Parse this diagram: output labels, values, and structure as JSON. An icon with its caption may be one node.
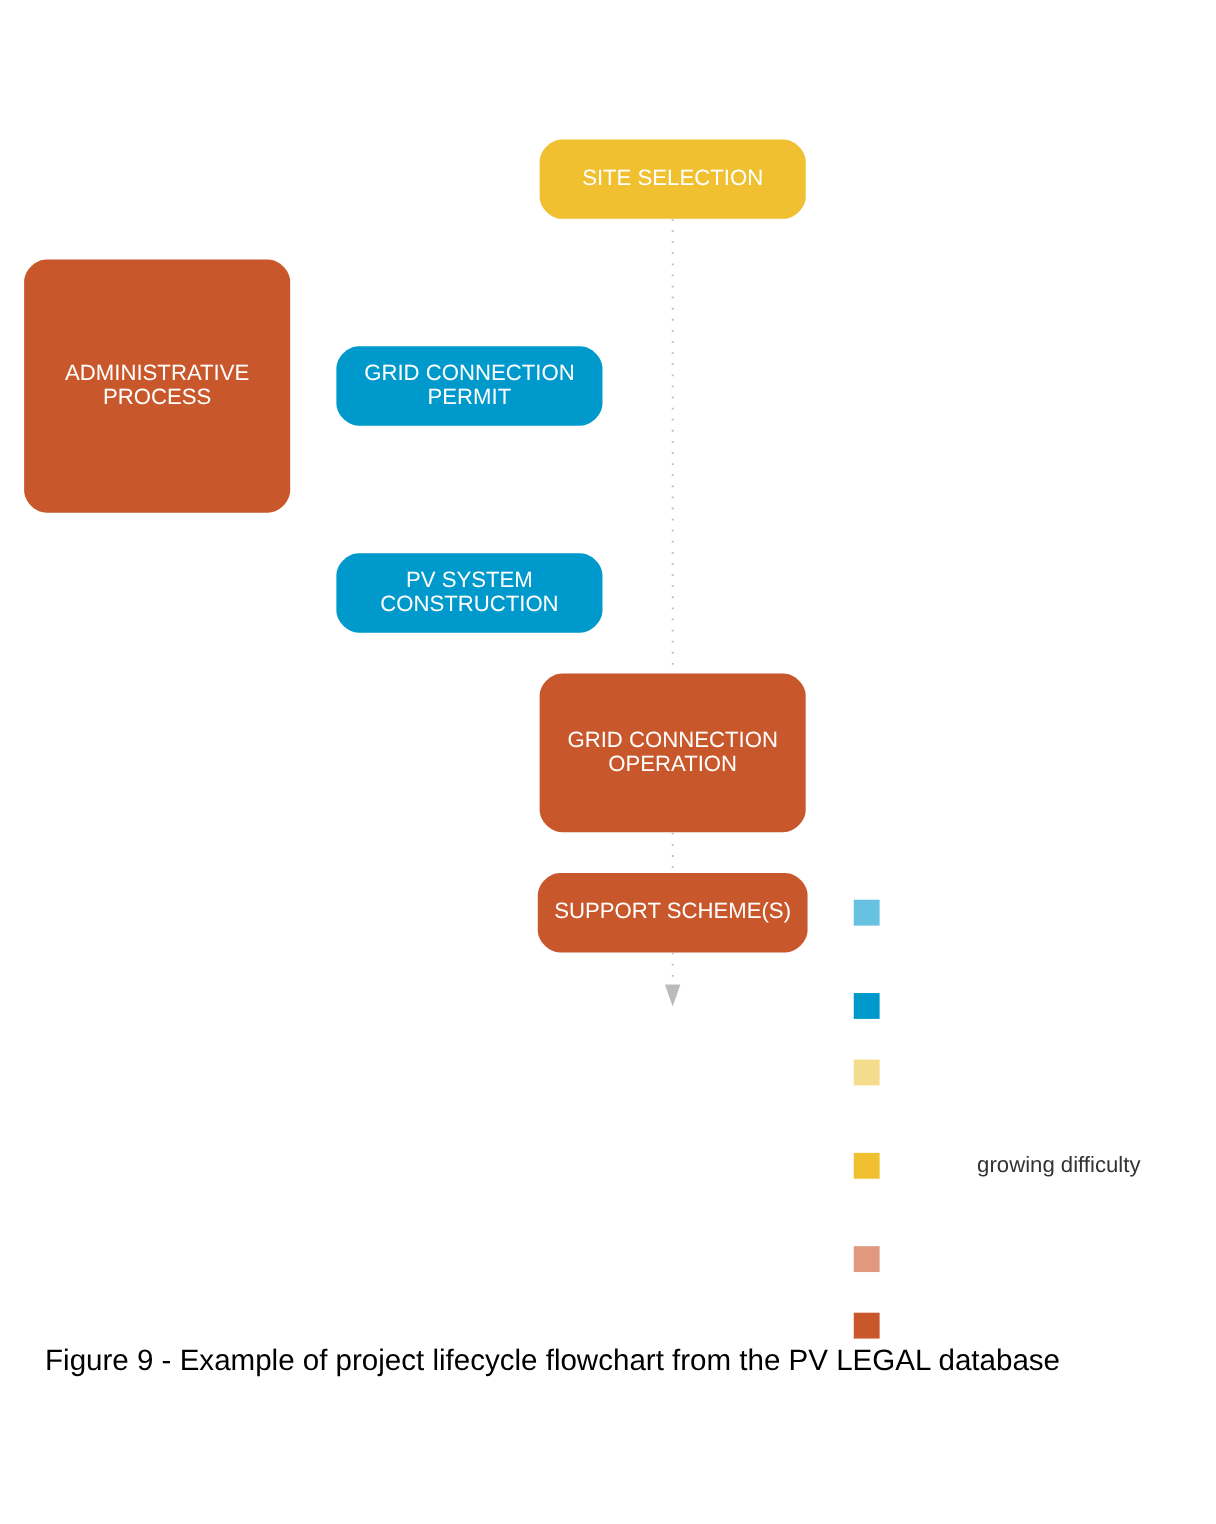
{
  "diagram": {
    "caption": "Figure 9 - Example of project lifecycle flowchart from the PV LEGAL database",
    "nodes": [
      {
        "text": [
          "SITE SELECTION"
        ]
      },
      {
        "text": [
          "ADMINISTRATIVE PROCESS"
        ]
      },
      {
        "text": [
          "GRID CONNECTION PERMIT"
        ]
      },
      {
        "text": [
          "PV SYSTEM CONSTRUCTION"
        ]
      },
      {
        "text": [
          "GRID CONNECTION OPERATION"
        ]
      },
      {
        "text": [
          "SUPPORT SCHEME(S)"
        ]
      },
      {
        "text": [],
        "shape": "box"
      },
      {
        "text": [],
        "shape": "box"
      },
      {
        "text": [],
        "shape": "box"
      },
      {
        "text": [],
        "shape": "box"
      },
      {
        "text": [],
        "shape": "box"
      },
      {
        "text": [],
        "shape": "box"
      }
    ],
    "edges": [
      {
        "from": 0,
        "to": 4,
        "arrow": "none",
        "style": "dashed"
      },
      {
        "from": 4,
        "to": 5,
        "arrow": "none",
        "style": "dashed"
      },
      {
        "from": 5,
        "to": null,
        "arrow": "to",
        "style": "dashed"
      }
    ],
    "labels": [
      "growing difficulty"
    ]
  }
}
